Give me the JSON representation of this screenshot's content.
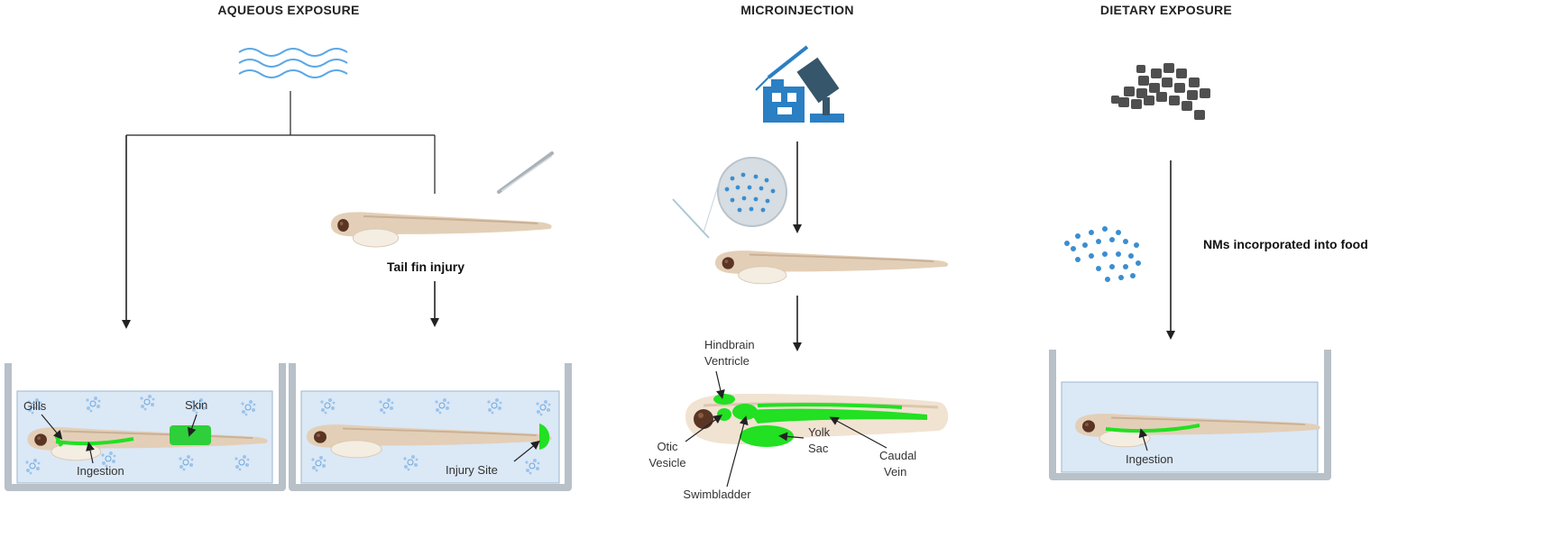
{
  "headings": {
    "aqueous": "AQUEOUS EXPOSURE",
    "microinjection": "MICROINJECTION",
    "dietary": "DIETARY EXPOSURE"
  },
  "steps": {
    "tail_fin_injury": "Tail fin injury",
    "nms_food": "NMs incorporated into food"
  },
  "labels": {
    "gills": "Gills",
    "skin": "Skin",
    "ingestion_left": "Ingestion",
    "injury_site": "Injury Site",
    "hindbrain_line1": "Hindbrain",
    "hindbrain_line2": "Ventricle",
    "otic_line1": "Otic",
    "otic_line2": "Vesicle",
    "swimbladder": "Swimbladder",
    "yolk_line1": "Yolk",
    "yolk_line2": "Sac",
    "caudal_line1": "Caudal",
    "caudal_line2": "Vein",
    "ingestion_right": "Ingestion"
  },
  "colors": {
    "highlight_green": "#22e022",
    "water_blue": "#dbe8f6",
    "tank_gray": "#b8c0c8",
    "fish_body": "#e3cfb7",
    "particle_blue": "#3a8ed0",
    "food_gray": "#555555",
    "device_blue": "#2b7fc3"
  }
}
